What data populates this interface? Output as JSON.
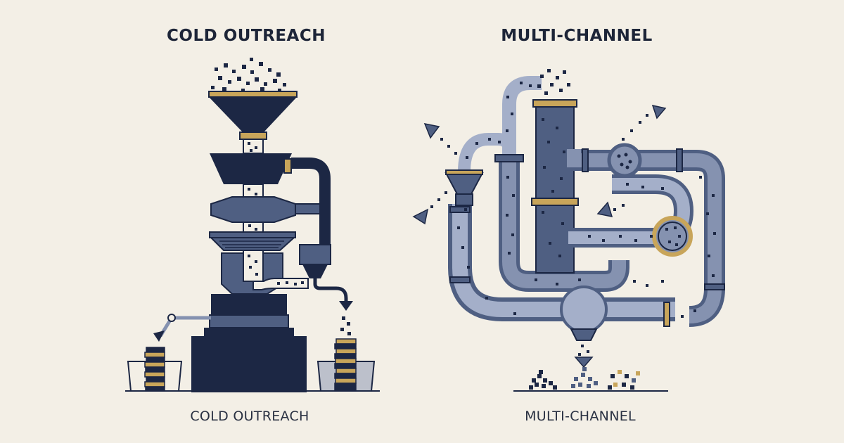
{
  "left_panel": {
    "heading": "COLD OUTREACH",
    "caption": "COLD OUTREACH"
  },
  "right_panel": {
    "heading": "MULTI-CHANNEL",
    "caption": "MULTI-CHANNEL"
  },
  "colors": {
    "background": "#f3efe6",
    "navy": "#1c2744",
    "slate": "#4f5f82",
    "steel": "#8592b0",
    "pale_steel": "#a4afc9",
    "gold": "#c8a55a",
    "ink": "#1d2538"
  }
}
